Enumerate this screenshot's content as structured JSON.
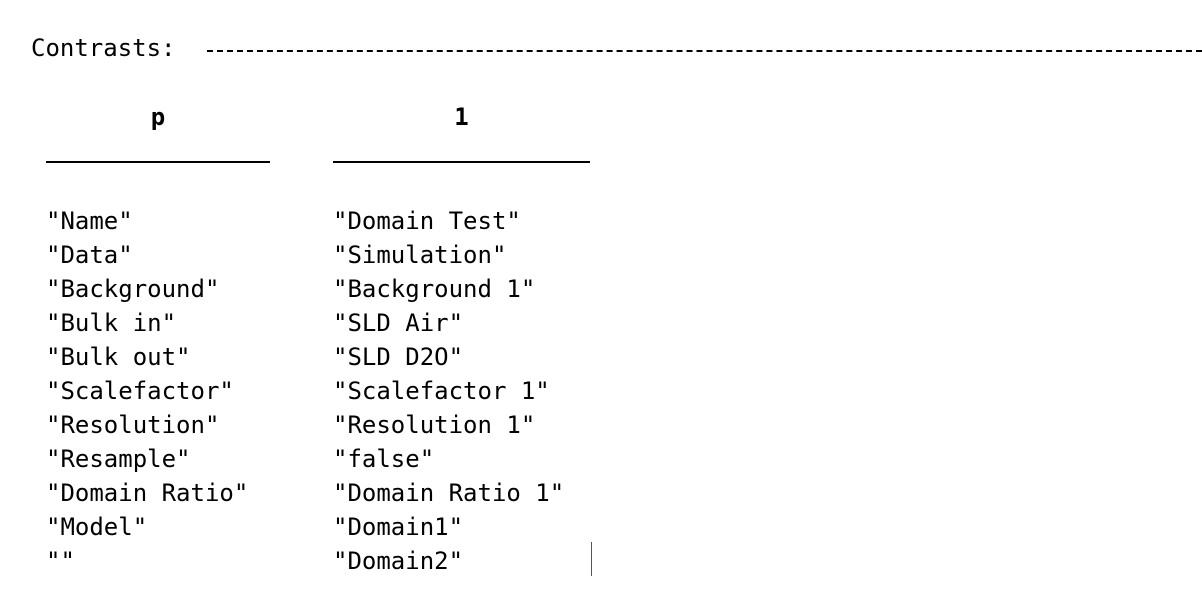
{
  "heading": "Contrasts:",
  "table": {
    "columns": [
      "p",
      "1"
    ],
    "rows": [
      [
        "\"Name\"",
        "\"Domain Test\""
      ],
      [
        "\"Data\"",
        "\"Simulation\""
      ],
      [
        "\"Background\"",
        "\"Background 1\""
      ],
      [
        "\"Bulk in\"",
        "\"SLD Air\""
      ],
      [
        "\"Bulk out\"",
        "\"SLD D2O\""
      ],
      [
        "\"Scalefactor\"",
        "\"Scalefactor 1\""
      ],
      [
        "\"Resolution\"",
        "\"Resolution 1\""
      ],
      [
        "\"Resample\"",
        "\"false\""
      ],
      [
        "\"Domain Ratio\"",
        "\"Domain Ratio 1\""
      ],
      [
        "\"Model\"",
        "\"Domain1\""
      ],
      [
        "\"\"",
        "\"Domain2\""
      ]
    ]
  }
}
